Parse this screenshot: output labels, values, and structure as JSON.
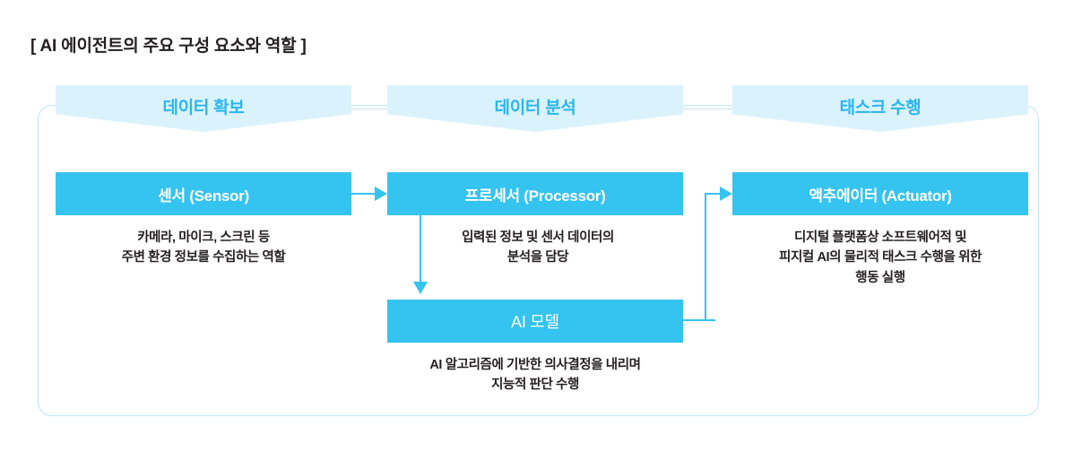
{
  "title": "[ AI 에이전트의 주요 구성 요소와 역할 ]",
  "colors": {
    "node_fill": "#35C3F0",
    "banner_fill": "#DAF2FC",
    "banner_text": "#29B6EF",
    "frame_border": "#BFE6F7",
    "connector": "#35C3F0",
    "body_text": "#231F20"
  },
  "phases": [
    {
      "label": "데이터 확보"
    },
    {
      "label": "데이터 분석"
    },
    {
      "label": "태스크 수행"
    }
  ],
  "nodes": {
    "sensor": {
      "label": "센서 (Sensor)",
      "caption_line1": "카메라, 마이크, 스크린 등",
      "caption_line2": "주변 환경 정보를 수집하는 역할"
    },
    "processor": {
      "label": "프로세서 (Processor)",
      "caption_line1": "입력된 정보 및 센서 데이터의",
      "caption_line2": "분석을 담당"
    },
    "actuator": {
      "label": "액추에이터 (Actuator)",
      "caption_line1": "디지털 플랫폼상 소프트웨어적 및",
      "caption_line2": "피지컬 AI의 물리적 태스크 수행을 위한",
      "caption_line3": "행동 실행"
    },
    "ai_model": {
      "label": "AI 모델",
      "caption_line1": "AI 알고리즘에 기반한 의사결정을 내리며",
      "caption_line2": "지능적 판단 수행"
    }
  },
  "connectors": [
    {
      "name": "sensor-to-processor",
      "direction": "right"
    },
    {
      "name": "processor-to-ai-model",
      "direction": "down"
    },
    {
      "name": "ai-model-to-actuator",
      "direction": "elbow-right-up-right"
    }
  ]
}
